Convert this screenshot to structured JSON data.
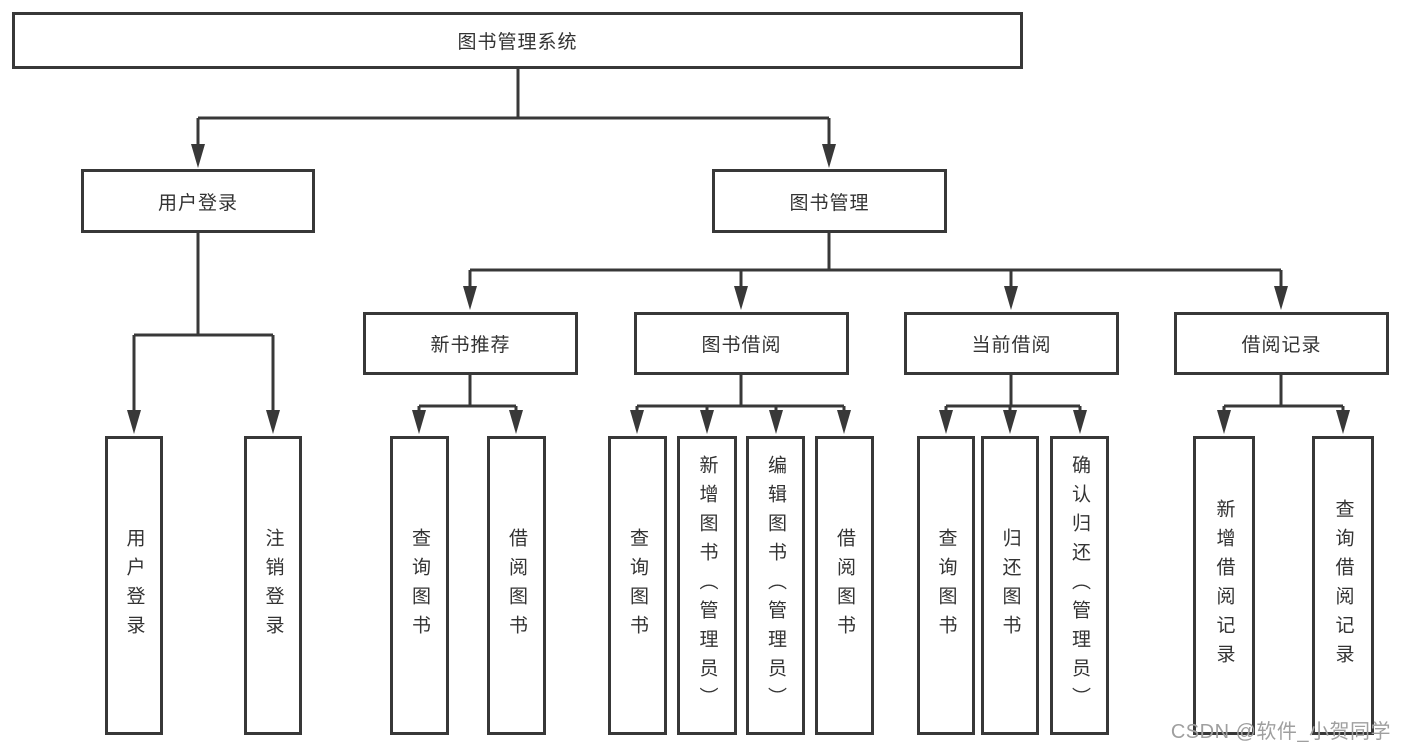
{
  "diagram": {
    "root": {
      "label": "图书管理系统"
    },
    "level2": [
      {
        "label": "用户登录"
      },
      {
        "label": "图书管理"
      }
    ],
    "level3": [
      {
        "label": "新书推荐"
      },
      {
        "label": "图书借阅"
      },
      {
        "label": "当前借阅"
      },
      {
        "label": "借阅记录"
      }
    ],
    "leaves": {
      "user_login": [
        {
          "label": "用户登录"
        },
        {
          "label": "注销登录"
        }
      ],
      "new_book": [
        {
          "label": "查询图书"
        },
        {
          "label": "借阅图书"
        }
      ],
      "book_borrow": [
        {
          "label": "查询图书"
        },
        {
          "label": "新增图书（管理员）"
        },
        {
          "label": "编辑图书（管理员）"
        },
        {
          "label": "借阅图书"
        }
      ],
      "current_borrow": [
        {
          "label": "查询图书"
        },
        {
          "label": "归还图书"
        },
        {
          "label": "确认归还（管理员）"
        }
      ],
      "borrow_records": [
        {
          "label": "新增借阅记录"
        },
        {
          "label": "查询借阅记录"
        }
      ]
    },
    "watermark": {
      "text": "CSDN @软件_小贺同学"
    },
    "colors": {
      "line": "#383838",
      "border": "#383838",
      "text": "#333333",
      "background": "#ffffff",
      "watermark": "#9f9f9f"
    }
  }
}
